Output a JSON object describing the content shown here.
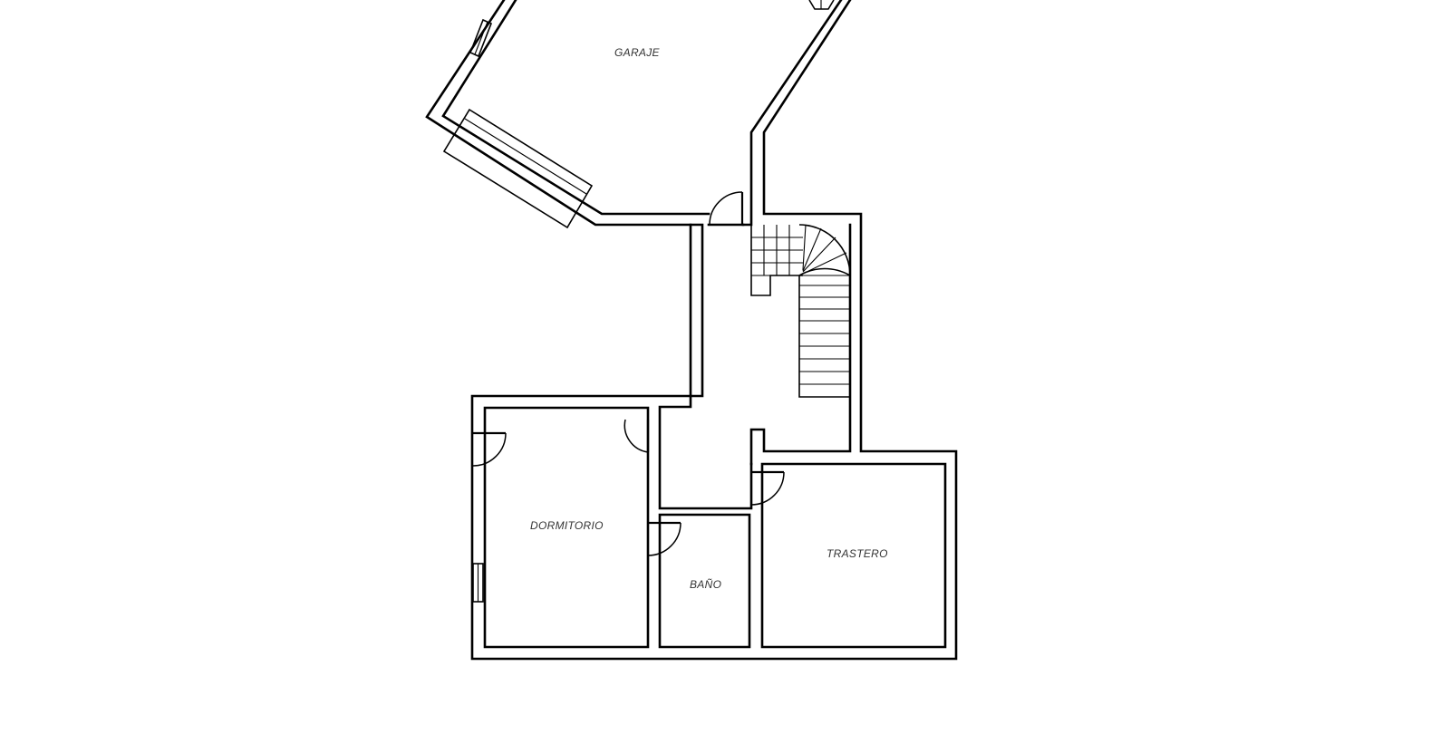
{
  "rooms": {
    "garage": {
      "label": "GARAJE"
    },
    "bedroom": {
      "label": "DORMITORIO"
    },
    "bathroom": {
      "label": "BAÑO"
    },
    "storage": {
      "label": "TRASTERO"
    }
  },
  "colors": {
    "background": "#ffffff",
    "lines": "#000000",
    "labels": "#333333"
  }
}
